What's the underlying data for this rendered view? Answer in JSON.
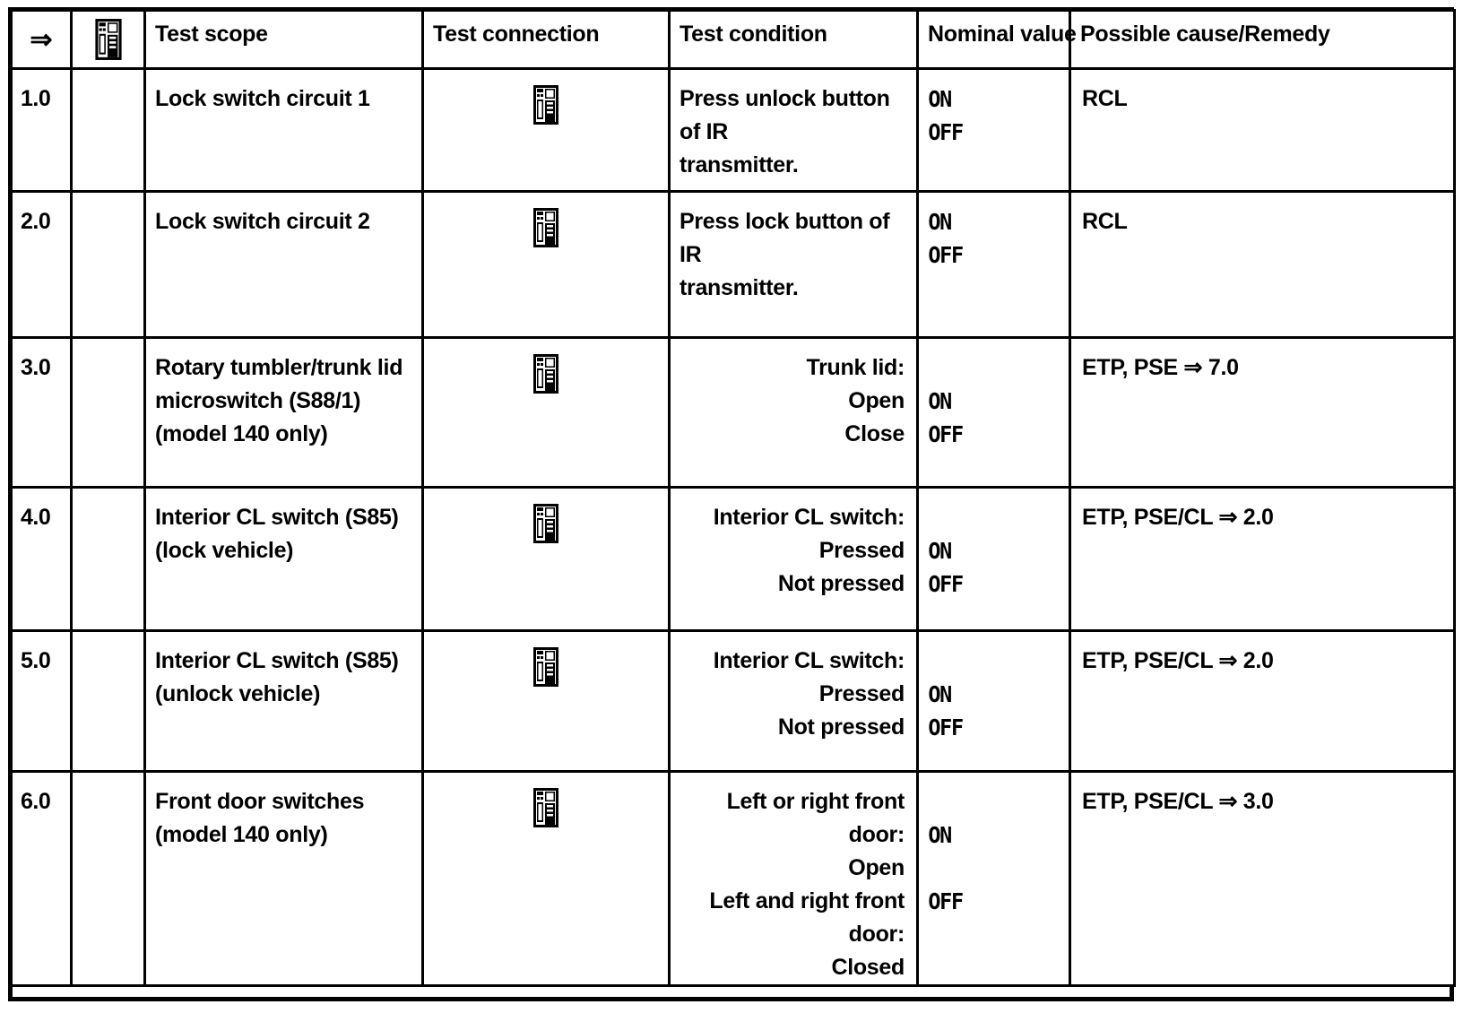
{
  "document": {
    "kind": "diagnostic-test-table",
    "icon_name": "handheld-tester-icon"
  },
  "table": {
    "headers": {
      "step_arrow": "⇒",
      "symbol": "",
      "test_scope": "Test scope",
      "test_connection": "Test connection",
      "test_condition": "Test condition",
      "nominal_value": "Nominal value",
      "possible_cause": "Possible cause/Remedy"
    },
    "rows": [
      {
        "no": "1.0",
        "scope": [
          "Lock switch circuit 1"
        ],
        "connection_icon": "handheld-tester-icon",
        "condition_align": "left",
        "condition": [
          "Press unlock button of IR",
          "transmitter."
        ],
        "nominal": [
          "ON",
          "OFF"
        ],
        "nominal_offset": 0,
        "remedy": "RCL"
      },
      {
        "no": "2.0",
        "scope": [
          "Lock switch circuit 2"
        ],
        "connection_icon": "handheld-tester-icon",
        "condition_align": "left",
        "condition": [
          "Press lock button of IR",
          "transmitter."
        ],
        "nominal": [
          "ON",
          "OFF"
        ],
        "nominal_offset": 0,
        "remedy": "RCL"
      },
      {
        "no": "3.0",
        "scope": [
          "Rotary tumbler/trunk lid",
          "microswitch (S88/1)",
          "(model 140 only)"
        ],
        "connection_icon": "handheld-tester-icon",
        "condition_align": "right",
        "condition": [
          "Trunk lid:",
          "Open",
          "Close"
        ],
        "nominal": [
          "ON",
          "OFF"
        ],
        "nominal_offset": 1,
        "remedy": "ETP, PSE ⇒ 7.0"
      },
      {
        "no": "4.0",
        "scope": [
          "Interior CL switch (S85)",
          "(lock vehicle)"
        ],
        "connection_icon": "handheld-tester-icon",
        "condition_align": "right",
        "condition": [
          "Interior CL  switch:",
          "Pressed",
          "Not pressed"
        ],
        "nominal": [
          "ON",
          "OFF"
        ],
        "nominal_offset": 1,
        "remedy": "ETP, PSE/CL ⇒ 2.0"
      },
      {
        "no": "5.0",
        "scope": [
          "Interior CL switch (S85)",
          "(unlock vehicle)"
        ],
        "connection_icon": "handheld-tester-icon",
        "condition_align": "right",
        "condition": [
          "Interior CL  switch:",
          "Pressed",
          "Not pressed"
        ],
        "nominal": [
          "ON",
          "OFF"
        ],
        "nominal_offset": 1,
        "remedy": "ETP, PSE/CL ⇒ 2.0"
      },
      {
        "no": "6.0",
        "scope": [
          "Front door switches",
          "(model 140 only)"
        ],
        "connection_icon": "handheld-tester-icon",
        "condition_align": "right",
        "condition": [
          "Left or right front door:",
          "Open",
          "Left and right front door:",
          "Closed"
        ],
        "nominal": [
          "ON",
          "",
          "OFF"
        ],
        "nominal_offset": 1,
        "remedy": "ETP, PSE/CL ⇒ 3.0"
      }
    ]
  }
}
